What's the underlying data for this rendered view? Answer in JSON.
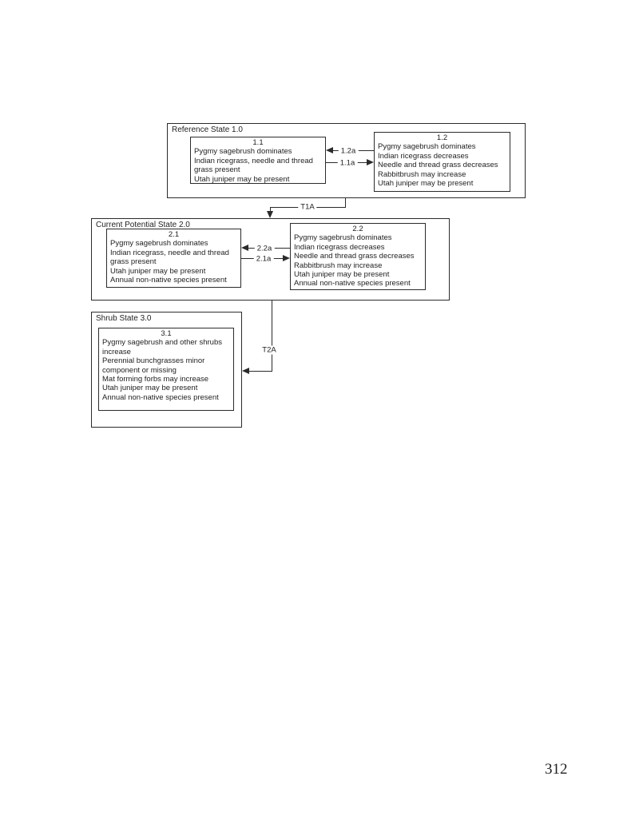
{
  "page": {
    "number": "312"
  },
  "diagram": {
    "colors": {
      "line": "#2b2b2b",
      "text": "#1f1f1f",
      "background": "#ffffff"
    },
    "states": [
      {
        "title": "Reference State 1.0",
        "communities": [
          {
            "id": "1.1",
            "lines": [
              "Pygmy sagebrush dominates",
              "Indian ricegrass, needle and thread",
              "grass present",
              "Utah juniper may be present"
            ]
          },
          {
            "id": "1.2",
            "lines": [
              "Pygmy sagebrush dominates",
              "Indian ricegrass decreases",
              "Needle and thread grass decreases",
              "Rabbitbrush may increase",
              "Utah juniper may be present"
            ]
          }
        ],
        "pathways": [
          {
            "label": "1.2a",
            "direction": "left",
            "from": "1.2",
            "to": "1.1"
          },
          {
            "label": "1.1a",
            "direction": "right",
            "from": "1.1",
            "to": "1.2"
          }
        ]
      },
      {
        "title": "Current Potential State 2.0",
        "communities": [
          {
            "id": "2.1",
            "lines": [
              "Pygmy sagebrush dominates",
              "Indian ricegrass, needle and thread",
              "grass present",
              "Utah juniper may be present",
              "Annual non-native species present"
            ]
          },
          {
            "id": "2.2",
            "lines": [
              "Pygmy sagebrush dominates",
              "Indian ricegrass decreases",
              "Needle and thread grass decreases",
              "Rabbitbrush may increase",
              "Utah juniper may be present",
              "Annual non-native species present"
            ]
          }
        ],
        "pathways": [
          {
            "label": "2.2a",
            "direction": "left",
            "from": "2.2",
            "to": "2.1"
          },
          {
            "label": "2.1a",
            "direction": "right",
            "from": "2.1",
            "to": "2.2"
          }
        ]
      },
      {
        "title": "Shrub State 3.0",
        "communities": [
          {
            "id": "3.1",
            "lines": [
              "Pygmy sagebrush and other shrubs",
              "increase",
              "Perennial bunchgrasses minor",
              "component or missing",
              "Mat forming forbs may increase",
              "Utah juniper may be present",
              "Annual non-native species present"
            ]
          }
        ],
        "pathways": []
      }
    ],
    "transitions": [
      {
        "label": "T1A",
        "from": "Reference State 1.0",
        "to": "Current Potential State 2.0"
      },
      {
        "label": "T2A",
        "from": "Current Potential State 2.0",
        "to": "Shrub State 3.0"
      }
    ]
  }
}
